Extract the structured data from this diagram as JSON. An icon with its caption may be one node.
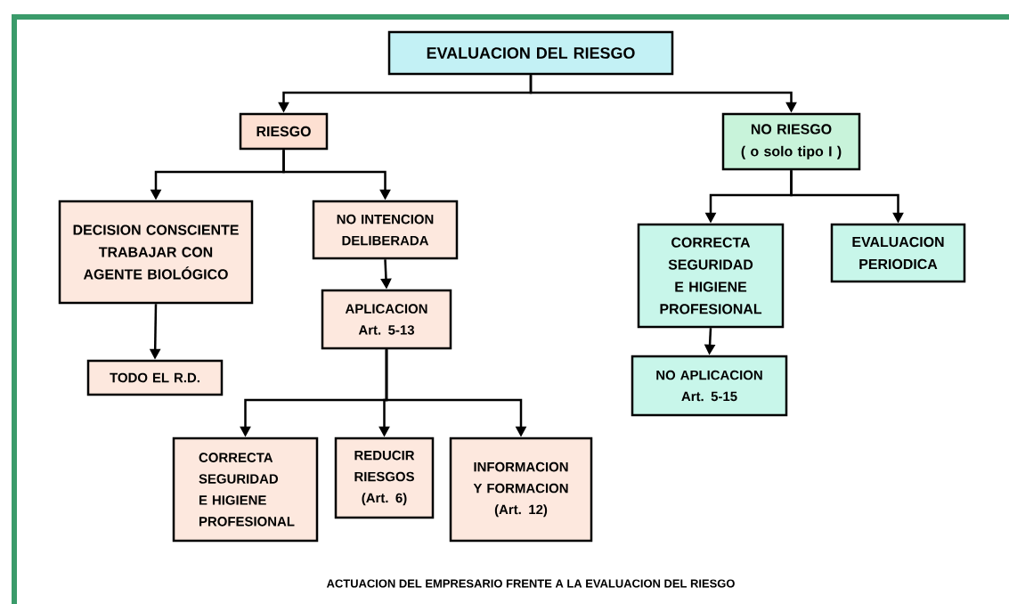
{
  "diagram": {
    "caption": "ACTUACION DEL EMPRESARIO FRENTE A LA EVALUACION DEL RIESGO",
    "nodes": [
      {
        "text": [
          "EVALUACION DEL RIESGO"
        ]
      },
      {
        "text": [
          "RIESGO"
        ]
      },
      {
        "text": [
          "NO RIESGO",
          "( o solo tipo I )"
        ]
      },
      {
        "text": [
          "DECISION CONSCIENTE TRABAJAR CON AGENTE BIOLÓGICO"
        ]
      },
      {
        "text": [
          "NO INTENCION DELIBERADA"
        ]
      },
      {
        "text": [
          "APLICACION Art. 5-13"
        ]
      },
      {
        "text": [
          "TODO EL R.D."
        ]
      },
      {
        "text": [
          "CORRECTA SEGURIDAD E HIGIENE PROFESIONAL"
        ]
      },
      {
        "text": [
          "REDUCIR RIESGOS (Art. 6)"
        ]
      },
      {
        "text": [
          "INFORMACION Y FORMACION (Art. 12)"
        ]
      },
      {
        "text": [
          "CORRECTA SEGURIDAD E HIGIENE PROFESIONAL"
        ]
      },
      {
        "text": [
          "EVALUACION PERIODICA"
        ]
      },
      {
        "text": [
          "NO APLICACION Art. 5-15"
        ]
      }
    ],
    "edges": [
      {
        "from": 0,
        "to": 1,
        "arrow": "to"
      },
      {
        "from": 0,
        "to": 2,
        "arrow": "to"
      },
      {
        "from": 1,
        "to": 3,
        "arrow": "to"
      },
      {
        "from": 1,
        "to": 4,
        "arrow": "to"
      },
      {
        "from": 2,
        "to": 10,
        "arrow": "to"
      },
      {
        "from": 2,
        "to": 11,
        "arrow": "to"
      },
      {
        "from": 3,
        "to": 6,
        "arrow": "to"
      },
      {
        "from": 4,
        "to": 5,
        "arrow": "to"
      },
      {
        "from": 5,
        "to": 7,
        "arrow": "to"
      },
      {
        "from": 5,
        "to": 8,
        "arrow": "to"
      },
      {
        "from": 5,
        "to": 9,
        "arrow": "to"
      },
      {
        "from": 10,
        "to": 12,
        "arrow": "to"
      }
    ]
  }
}
